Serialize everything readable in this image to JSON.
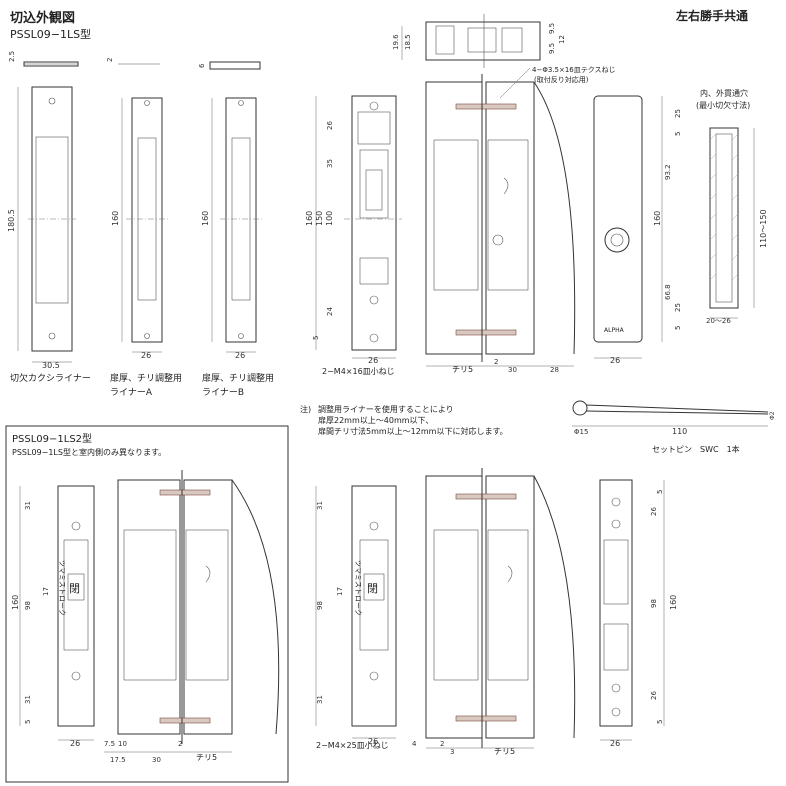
{
  "header": {
    "title": "切込外観図",
    "model": "PSSL09−1LS型",
    "common_note": "左右勝手共通"
  },
  "liners": {
    "kakushi": {
      "label": "切欠カクシライナー",
      "thickness": "2.5",
      "height": "180.5",
      "width": "30.5"
    },
    "a": {
      "label_line1": "扉厚、チリ調整用",
      "label_line2": "ライナーA",
      "thickness": "2",
      "height": "160",
      "width": "26"
    },
    "b": {
      "label_line1": "扉厚、チリ調整用",
      "label_line2": "ライナーB",
      "thickness": "6",
      "height": "160",
      "width": "26"
    }
  },
  "top_view": {
    "dims": [
      "19.6",
      "18.5",
      "9.5",
      "9.5",
      "12"
    ]
  },
  "callouts": {
    "screw_top_line1": "4−Φ3.5×16皿テクスねじ",
    "screw_top_line2": "(取付反り対応用)",
    "hole_note_line1": "内、外貫通穴",
    "hole_note_line2": "(最小切欠寸法)",
    "screw_m4x16": "2−M4×16皿小ねじ",
    "screw_m4x25": "2−M4×25皿小ねじ",
    "tsumami_stroke": "ツマミストローク",
    "close_mark": "閉"
  },
  "front_1ls": {
    "dims_left": [
      "160",
      "150",
      "100"
    ],
    "dims_inner": [
      "26",
      "35",
      "24",
      "5"
    ],
    "width": "26",
    "chiri": "チリ5",
    "d1": "2",
    "d2": "30",
    "d3": "28"
  },
  "side_view": {
    "dims": [
      "25",
      "5",
      "93.2",
      "160",
      "66.8",
      "25",
      "5"
    ],
    "width": "26",
    "brand": "ALPHA"
  },
  "cut_section": {
    "dim_range": "110〜150",
    "dim_width": "20〜26"
  },
  "notes": {
    "prefix": "注)",
    "line1": "調整用ライナーを使用することにより",
    "line2": "扉厚22mm以上〜40mm以下、",
    "line3": "扉間チリ寸法5mm以上〜12mm以下に対応します。"
  },
  "set_pin": {
    "caption": "セットピン　SWC　1本",
    "length": "110",
    "diameter": "Φ15",
    "pin_d": "Φ2"
  },
  "ls2": {
    "title": "PSSL09−1LS2型",
    "subtitle": "PSSL09−1LS型と室内側のみ異なります。",
    "dims_left": [
      "31",
      "160",
      "98",
      "31",
      "5"
    ],
    "stroke_val": "17",
    "width": "26",
    "bottom_dims": [
      "7.5",
      "10",
      "17.5",
      "30",
      "2"
    ],
    "chiri": "チリ5",
    "right_dims": [
      "5",
      "26",
      "98",
      "160",
      "26",
      "5"
    ],
    "right_width": "26",
    "mid_bottom": [
      "4",
      "2",
      "3"
    ]
  }
}
